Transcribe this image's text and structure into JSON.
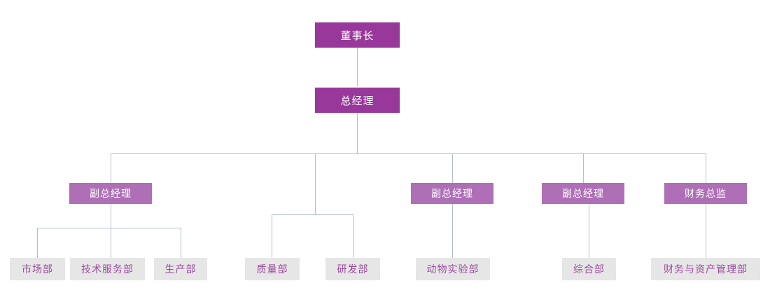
{
  "chart": {
    "type": "org-chart",
    "title": "",
    "colors": {
      "root_fill": "#97389a",
      "root_text": "#ffffff",
      "manager_fill": "#ae6fb6",
      "manager_text": "#ffffff",
      "department_fill": "#e6e6e6",
      "department_text": "#9b4a9e",
      "connector": "#b0bfce",
      "background": "#ffffff"
    },
    "nodes": {
      "chairman": {
        "label": "董事长",
        "level": 0
      },
      "general_manager": {
        "label": "总经理",
        "level": 0
      },
      "deputy_gm_1": {
        "label": "副总经理",
        "level": 1
      },
      "deputy_gm_2": {
        "label": "副总经理",
        "level": 1
      },
      "deputy_gm_3": {
        "label": "副总经理",
        "level": 1
      },
      "finance_director": {
        "label": "财务总监",
        "level": 1
      },
      "marketing_dept": {
        "label": "市场部",
        "level": 2
      },
      "tech_service_dept": {
        "label": "技术服务部",
        "level": 2
      },
      "production_dept": {
        "label": "生产部",
        "level": 2
      },
      "quality_dept": {
        "label": "质量部",
        "level": 2
      },
      "rd_dept": {
        "label": "研发部",
        "level": 2
      },
      "animal_lab_dept": {
        "label": "动物实验部",
        "level": 2
      },
      "general_affairs_dept": {
        "label": "综合部",
        "level": 2
      },
      "finance_asset_dept": {
        "label": "财务与资产管理部",
        "level": 2
      }
    },
    "hierarchy": [
      {
        "parent": "chairman",
        "children": [
          "general_manager"
        ]
      },
      {
        "parent": "general_manager",
        "children": [
          "deputy_gm_1",
          "quality_branch",
          "deputy_gm_2",
          "deputy_gm_3",
          "finance_director"
        ]
      },
      {
        "parent": "deputy_gm_1",
        "children": [
          "marketing_dept",
          "tech_service_dept",
          "production_dept"
        ]
      },
      {
        "parent": "quality_branch",
        "children": [
          "quality_dept",
          "rd_dept"
        ]
      },
      {
        "parent": "deputy_gm_2",
        "children": [
          "animal_lab_dept"
        ]
      },
      {
        "parent": "deputy_gm_3",
        "children": [
          "general_affairs_dept"
        ]
      },
      {
        "parent": "finance_director",
        "children": [
          "finance_asset_dept"
        ]
      }
    ]
  }
}
